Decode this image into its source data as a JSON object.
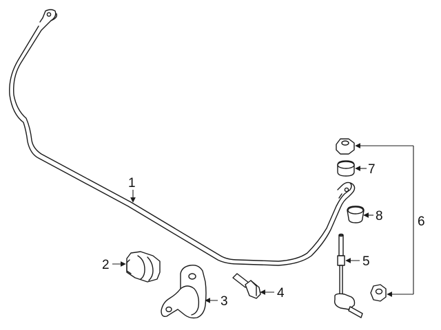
{
  "diagram": {
    "callouts": [
      {
        "id": "1",
        "text": "1"
      },
      {
        "id": "2",
        "text": "2"
      },
      {
        "id": "3",
        "text": "3"
      },
      {
        "id": "4",
        "text": "4"
      },
      {
        "id": "5",
        "text": "5"
      },
      {
        "id": "6",
        "text": "6"
      },
      {
        "id": "7",
        "text": "7"
      },
      {
        "id": "8",
        "text": "8"
      }
    ],
    "line_color": "#1a1a1a",
    "background": "#ffffff"
  }
}
